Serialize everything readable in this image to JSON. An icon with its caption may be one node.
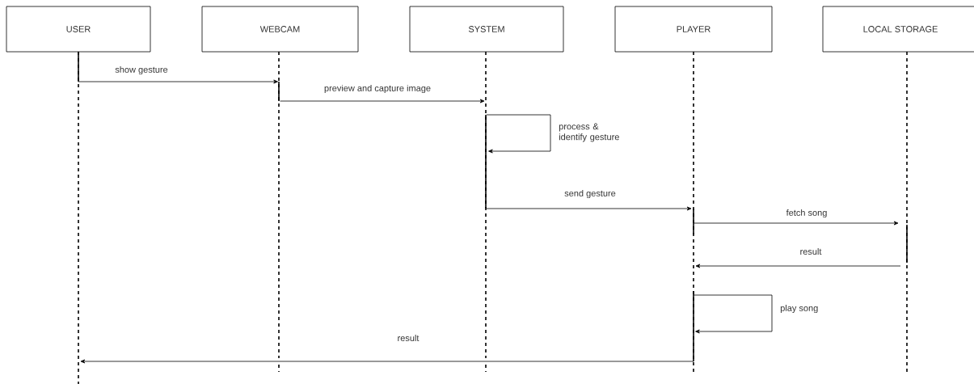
{
  "diagram": {
    "nodes": [
      {
        "text": [
          "USER"
        ]
      },
      {
        "text": [
          "WEBCAM"
        ]
      },
      {
        "text": [
          "SYSTEM"
        ]
      },
      {
        "text": [
          "PLAYER"
        ]
      },
      {
        "text": [
          "LOCAL STORAGE"
        ]
      }
    ],
    "edges": [
      {
        "from": 0,
        "to": 1,
        "arrow": "to",
        "label": "show gesture"
      },
      {
        "from": 1,
        "to": 2,
        "arrow": "to",
        "label": "preview and capture image"
      },
      {
        "from": 2,
        "to": 2,
        "arrow": "to",
        "label": "process & identify gesture"
      },
      {
        "from": 2,
        "to": 3,
        "arrow": "to",
        "label": "send gesture"
      },
      {
        "from": 3,
        "to": 4,
        "arrow": "to",
        "label": "fetch song"
      },
      {
        "from": 4,
        "to": 3,
        "arrow": "to",
        "label": "result"
      },
      {
        "from": 3,
        "to": 3,
        "arrow": "to",
        "label": "play song"
      },
      {
        "from": 3,
        "to": 0,
        "arrow": "to",
        "label": "result"
      }
    ]
  }
}
